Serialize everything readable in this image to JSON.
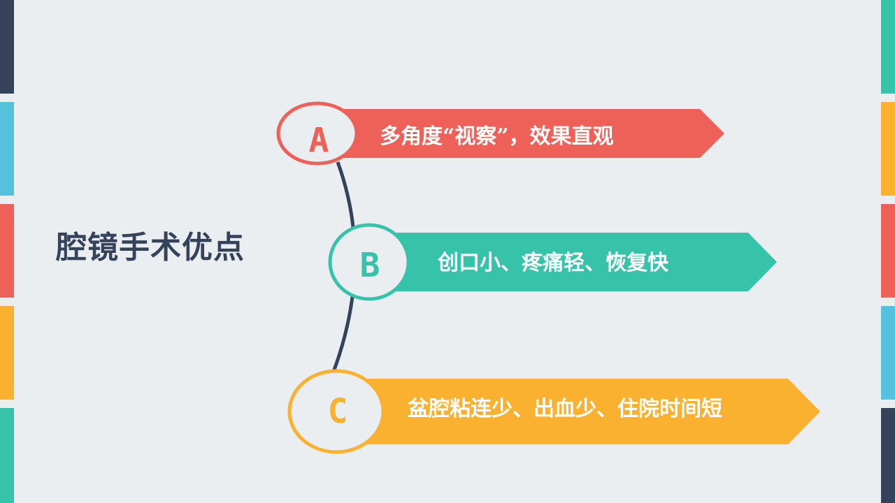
{
  "title": "腔镜手术优点",
  "colors": {
    "background": "#ebeef1",
    "navy": "#34425a",
    "red": "#ee6159",
    "teal": "#36c3a9",
    "orange": "#f9b12f",
    "blue": "#55c1dc"
  },
  "items": [
    {
      "letter": "A",
      "text": "多角度“视察”，效果直观",
      "color": "#ee6159"
    },
    {
      "letter": "B",
      "text": "创口小、疼痛轻、恢复快",
      "color": "#36c3a9"
    },
    {
      "letter": "C",
      "text": "盆腔粘连少、出血少、住院时间短",
      "color": "#f9b12f"
    }
  ],
  "left_bars": [
    "#34425a",
    "#55c1dc",
    "#ee6159",
    "#f9b12f",
    "#36c3a9"
  ],
  "right_bars": [
    "#36c3a9",
    "#f9b12f",
    "#ee6159",
    "#55c1dc",
    "#34425a"
  ]
}
